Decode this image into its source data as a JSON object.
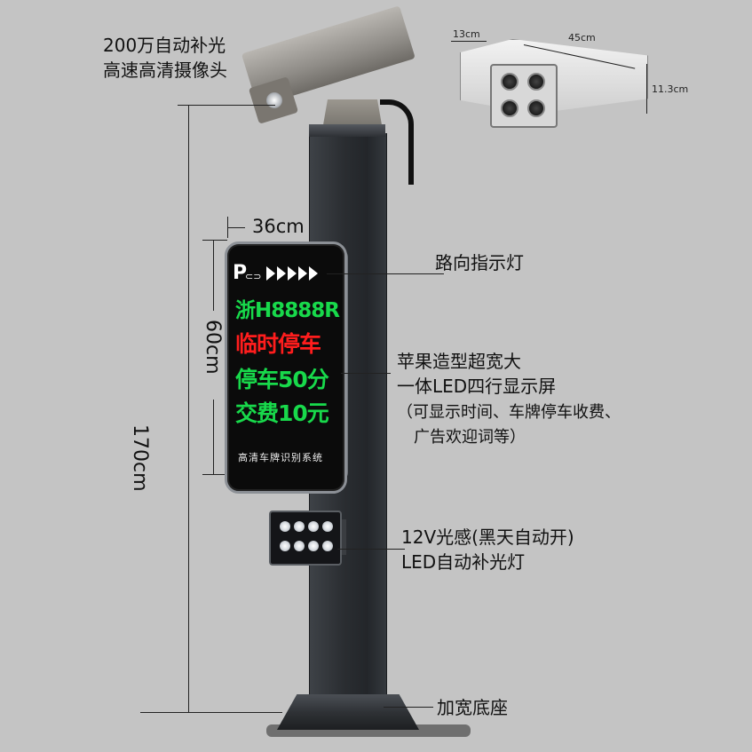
{
  "camera": {
    "line1": "200万自动补光",
    "line2": "高速高清摄像头"
  },
  "dimensions": {
    "width": "36cm",
    "height": "60cm",
    "total": "170cm",
    "cam_depth": "13cm",
    "cam_length": "45cm",
    "cam_height": "11.3cm"
  },
  "sign": {
    "parking_mark": "P",
    "line1": "浙H8888R",
    "line2": "临时停车",
    "line3": "停车50分",
    "line4": "交费10元",
    "footer": "高清车牌识别系统",
    "colors": {
      "green": "#18d94b",
      "red": "#ff1d1d"
    }
  },
  "labels": {
    "direction_light": "路向指示灯",
    "display_1": "苹果造型超宽大",
    "display_2": "一体LED四行显示屏",
    "display_3": "（可显示时间、车牌停车收费、",
    "display_4": "广告欢迎词等）",
    "flood_1": "12V光感(黑天自动开)",
    "flood_2": "LED自动补光灯",
    "base": "加宽底座"
  }
}
